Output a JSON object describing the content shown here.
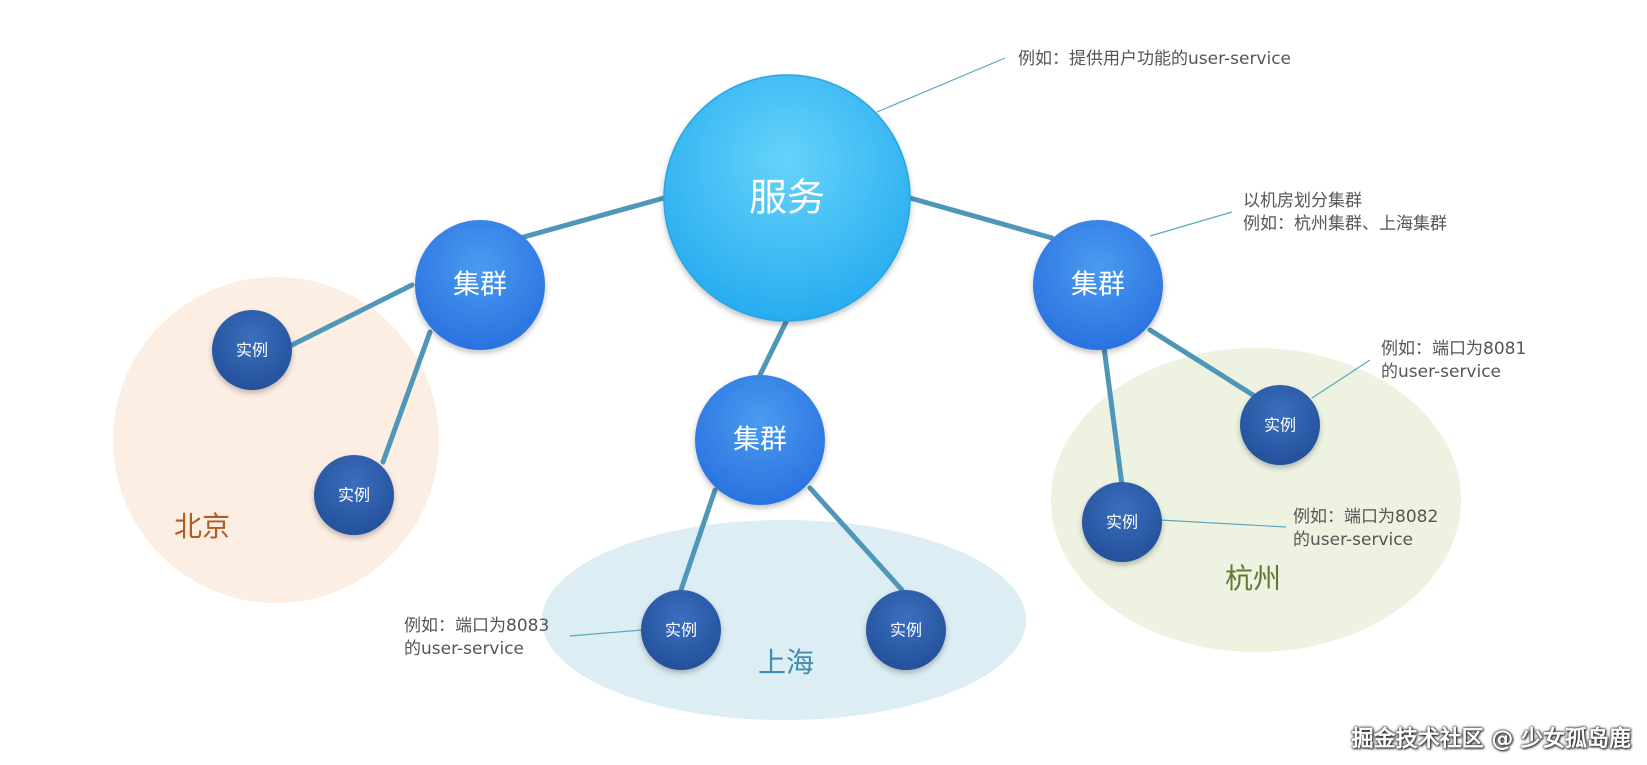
{
  "service": {
    "label": "服务"
  },
  "clusters": {
    "left": {
      "label": "集群"
    },
    "center": {
      "label": "集群"
    },
    "right": {
      "label": "集群"
    }
  },
  "instances": {
    "bj1": {
      "label": "实例"
    },
    "bj2": {
      "label": "实例"
    },
    "sh1": {
      "label": "实例"
    },
    "sh2": {
      "label": "实例"
    },
    "hz1": {
      "label": "实例"
    },
    "hz2": {
      "label": "实例"
    }
  },
  "regions": {
    "beijing": {
      "label": "北京"
    },
    "shanghai": {
      "label": "上海"
    },
    "hangzhou": {
      "label": "杭州"
    }
  },
  "notes": {
    "service": {
      "line1": "例如：提供用户功能的user-service"
    },
    "cluster": {
      "line1": "以机房划分集群",
      "line2": "例如：杭州集群、上海集群"
    },
    "hz_8081": {
      "line1": "例如：端口为8081",
      "line2": "的user-service"
    },
    "hz_8082": {
      "line1": "例如：端口为8082",
      "line2": "的user-service"
    },
    "sh_8083": {
      "line1": "例如：端口为8083",
      "line2": "的user-service"
    }
  },
  "watermark": {
    "text": "掘金技术社区 @ 少女孤岛鹿"
  },
  "colors": {
    "service_fill": "#3fbdf3",
    "cluster_fill": "#3585ea",
    "instance_fill": "#2c5aa8",
    "edge": "#4e97b8",
    "beijing_bg": "#fdeee3",
    "beijing_text": "#b15b1e",
    "shanghai_bg": "#dcedf3",
    "shanghai_text": "#3f8fb0",
    "hangzhou_bg": "#edf2e1",
    "hangzhou_text": "#5f7b33"
  }
}
